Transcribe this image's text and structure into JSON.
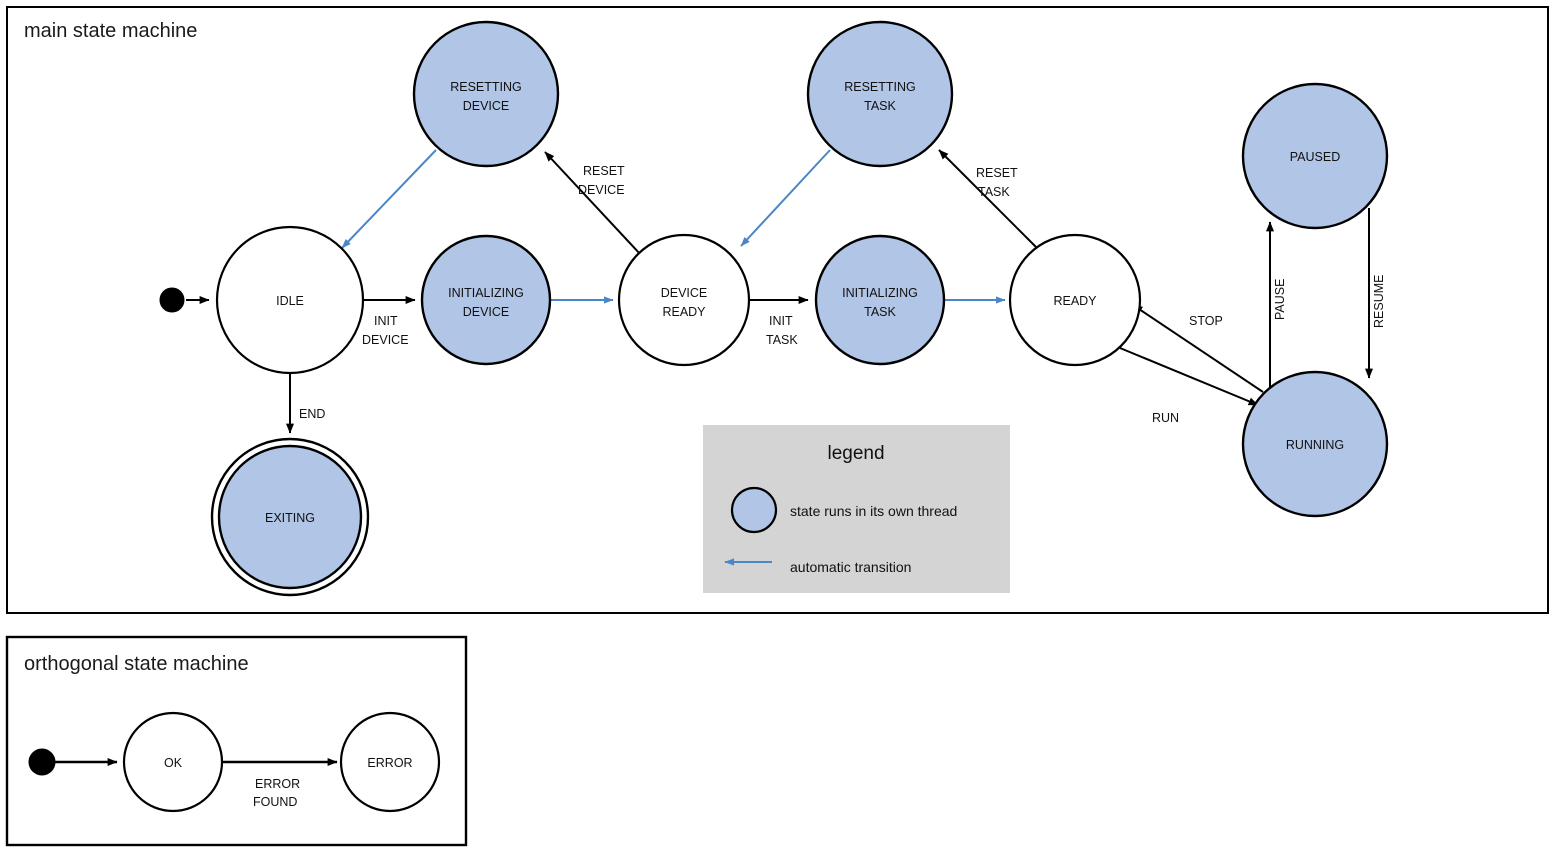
{
  "colors": {
    "thread_state_fill": "#b1c5e7",
    "plain_state_fill": "#ffffff",
    "stroke": "#000000",
    "auto_transition": "#4a86c8",
    "legend_bg": "#d4d4d4",
    "page_bg": "#ffffff"
  },
  "frames": {
    "main": {
      "title": "main state machine"
    },
    "orthogonal": {
      "title": "orthogonal state machine"
    }
  },
  "main": {
    "states": [
      {
        "id": "resetting-device",
        "label_line1": "RESETTING",
        "label_line2": "DEVICE",
        "threaded": true,
        "final": false
      },
      {
        "id": "resetting-task",
        "label_line1": "RESETTING",
        "label_line2": "TASK",
        "threaded": true,
        "final": false
      },
      {
        "id": "paused",
        "label_line1": "PAUSED",
        "label_line2": "",
        "threaded": true,
        "final": false
      },
      {
        "id": "idle",
        "label_line1": "IDLE",
        "label_line2": "",
        "threaded": false,
        "final": false
      },
      {
        "id": "initializing-device",
        "label_line1": "INITIALIZING",
        "label_line2": "DEVICE",
        "threaded": true,
        "final": false
      },
      {
        "id": "device-ready",
        "label_line1": "DEVICE",
        "label_line2": "READY",
        "threaded": false,
        "final": false
      },
      {
        "id": "initializing-task",
        "label_line1": "INITIALIZING",
        "label_line2": "TASK",
        "threaded": true,
        "final": false
      },
      {
        "id": "ready",
        "label_line1": "READY",
        "label_line2": "",
        "threaded": false,
        "final": false
      },
      {
        "id": "running",
        "label_line1": "RUNNING",
        "label_line2": "",
        "threaded": true,
        "final": false
      },
      {
        "id": "exiting",
        "label_line1": "EXITING",
        "label_line2": "",
        "threaded": true,
        "final": true
      }
    ],
    "transitions": [
      {
        "id": "init-start-idle",
        "from": "initial",
        "to": "idle",
        "label_line1": "",
        "label_line2": "",
        "automatic": false
      },
      {
        "id": "idle-init-device",
        "from": "idle",
        "to": "initializing-device",
        "label_line1": "INIT",
        "label_line2": "DEVICE",
        "automatic": false
      },
      {
        "id": "initializing-device-ready",
        "from": "initializing-device",
        "to": "device-ready",
        "label_line1": "",
        "label_line2": "",
        "automatic": true
      },
      {
        "id": "idle-end-exiting",
        "from": "idle",
        "to": "exiting",
        "label_line1": "END",
        "label_line2": "",
        "automatic": false
      },
      {
        "id": "device-ready-reset-device",
        "from": "device-ready",
        "to": "resetting-device",
        "label_line1": "RESET",
        "label_line2": "DEVICE",
        "automatic": false
      },
      {
        "id": "resetting-device-idle",
        "from": "resetting-device",
        "to": "idle",
        "label_line1": "",
        "label_line2": "",
        "automatic": true
      },
      {
        "id": "device-ready-init-task",
        "from": "device-ready",
        "to": "initializing-task",
        "label_line1": "INIT",
        "label_line2": "TASK",
        "automatic": false
      },
      {
        "id": "initializing-task-ready",
        "from": "initializing-task",
        "to": "ready",
        "label_line1": "",
        "label_line2": "",
        "automatic": true
      },
      {
        "id": "ready-reset-task",
        "from": "ready",
        "to": "resetting-task",
        "label_line1": "RESET",
        "label_line2": "TASK",
        "automatic": false
      },
      {
        "id": "resetting-task-device-ready",
        "from": "resetting-task",
        "to": "device-ready",
        "label_line1": "",
        "label_line2": "",
        "automatic": true
      },
      {
        "id": "ready-run-running",
        "from": "ready",
        "to": "running",
        "label_line1": "RUN",
        "label_line2": "",
        "automatic": false
      },
      {
        "id": "running-stop-ready",
        "from": "running",
        "to": "ready",
        "label_line1": "STOP",
        "label_line2": "",
        "automatic": false
      },
      {
        "id": "running-pause-paused",
        "from": "running",
        "to": "paused",
        "label_line1": "PAUSE",
        "label_line2": "",
        "automatic": false
      },
      {
        "id": "paused-resume-running",
        "from": "paused",
        "to": "running",
        "label_line1": "RESUME",
        "label_line2": "",
        "automatic": false
      }
    ]
  },
  "orthogonal": {
    "states": [
      {
        "id": "ok",
        "label": "OK"
      },
      {
        "id": "error",
        "label": "ERROR"
      }
    ],
    "transitions": [
      {
        "id": "init-start-ok",
        "from": "initial",
        "to": "ok",
        "label_line1": "",
        "label_line2": ""
      },
      {
        "id": "ok-error",
        "from": "ok",
        "to": "error",
        "label_line1": "ERROR",
        "label_line2": "FOUND"
      }
    ]
  },
  "legend": {
    "title": "legend",
    "items": [
      {
        "id": "threaded-state",
        "symbol": "filled-circle",
        "text": "state runs in its own thread"
      },
      {
        "id": "auto-arrow",
        "symbol": "blue-left-arrow",
        "text": "automatic transition"
      }
    ]
  }
}
